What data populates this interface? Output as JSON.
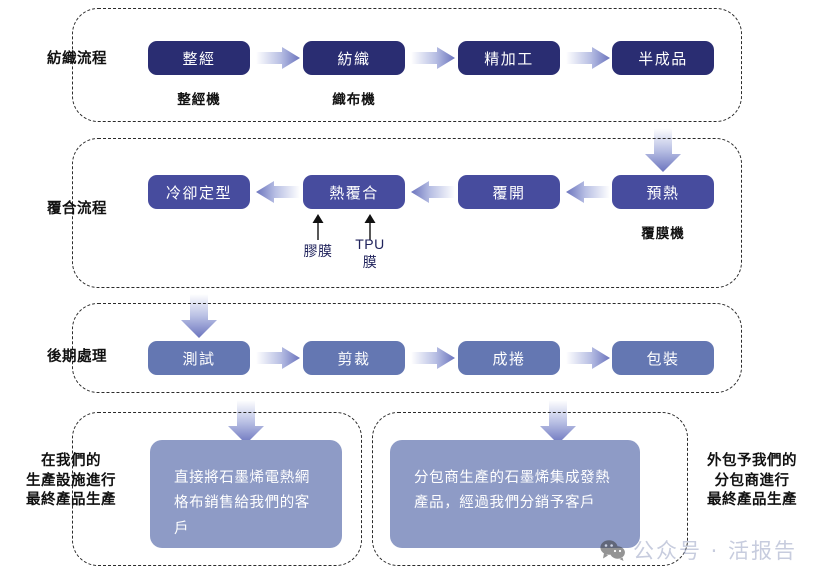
{
  "diagram": {
    "title": "Graphene heating fabric production process flow",
    "colors": {
      "row1_box": "#2a2d72",
      "row2_box": "#474c9e",
      "row3_box": "#6477b2",
      "outcome_box": "#8e9bc6",
      "arrow": "#6b74be",
      "dashed_border": "#2b2b2b",
      "label_text": "#111111",
      "thin_label_text": "#20235c"
    },
    "rows": [
      {
        "id": "weaving",
        "stage_label": "紡織流程",
        "steps": [
          {
            "label": "整經",
            "machine": "整經機"
          },
          {
            "label": "紡織",
            "machine": "織布機"
          },
          {
            "label": "精加工",
            "machine": ""
          },
          {
            "label": "半成品",
            "machine": ""
          }
        ],
        "direction": "right"
      },
      {
        "id": "lamination",
        "stage_label": "覆合流程",
        "steps": [
          {
            "label": "冷卻定型",
            "machine": ""
          },
          {
            "label": "熱覆合",
            "machine": ""
          },
          {
            "label": "覆開",
            "machine": ""
          },
          {
            "label": "預熱",
            "machine": "覆膜機"
          }
        ],
        "direction": "left",
        "inputs": [
          {
            "label": "膠膜"
          },
          {
            "label": "TPU\n膜"
          }
        ]
      },
      {
        "id": "post-processing",
        "stage_label": "後期處理",
        "steps": [
          {
            "label": "測試",
            "machine": ""
          },
          {
            "label": "剪裁",
            "machine": ""
          },
          {
            "label": "成捲",
            "machine": ""
          },
          {
            "label": "包裝",
            "machine": ""
          }
        ],
        "direction": "right"
      }
    ],
    "outcomes": [
      {
        "id": "in-house",
        "stage_label": "在我們的\n生產設施進行\n最終產品生產",
        "stage_label_side": "left",
        "text": "直接將石墨烯電熱網格布銷售給我們的客戶"
      },
      {
        "id": "outsourced",
        "stage_label": "外包予我們的\n分包商進行\n最終產品生產",
        "stage_label_side": "right",
        "text": "分包商生產的石墨烯集成發熱產品，經過我們分銷予客戶"
      }
    ],
    "watermark": {
      "icon": "wechat-icon",
      "text": "公众号 · 活报告"
    }
  }
}
